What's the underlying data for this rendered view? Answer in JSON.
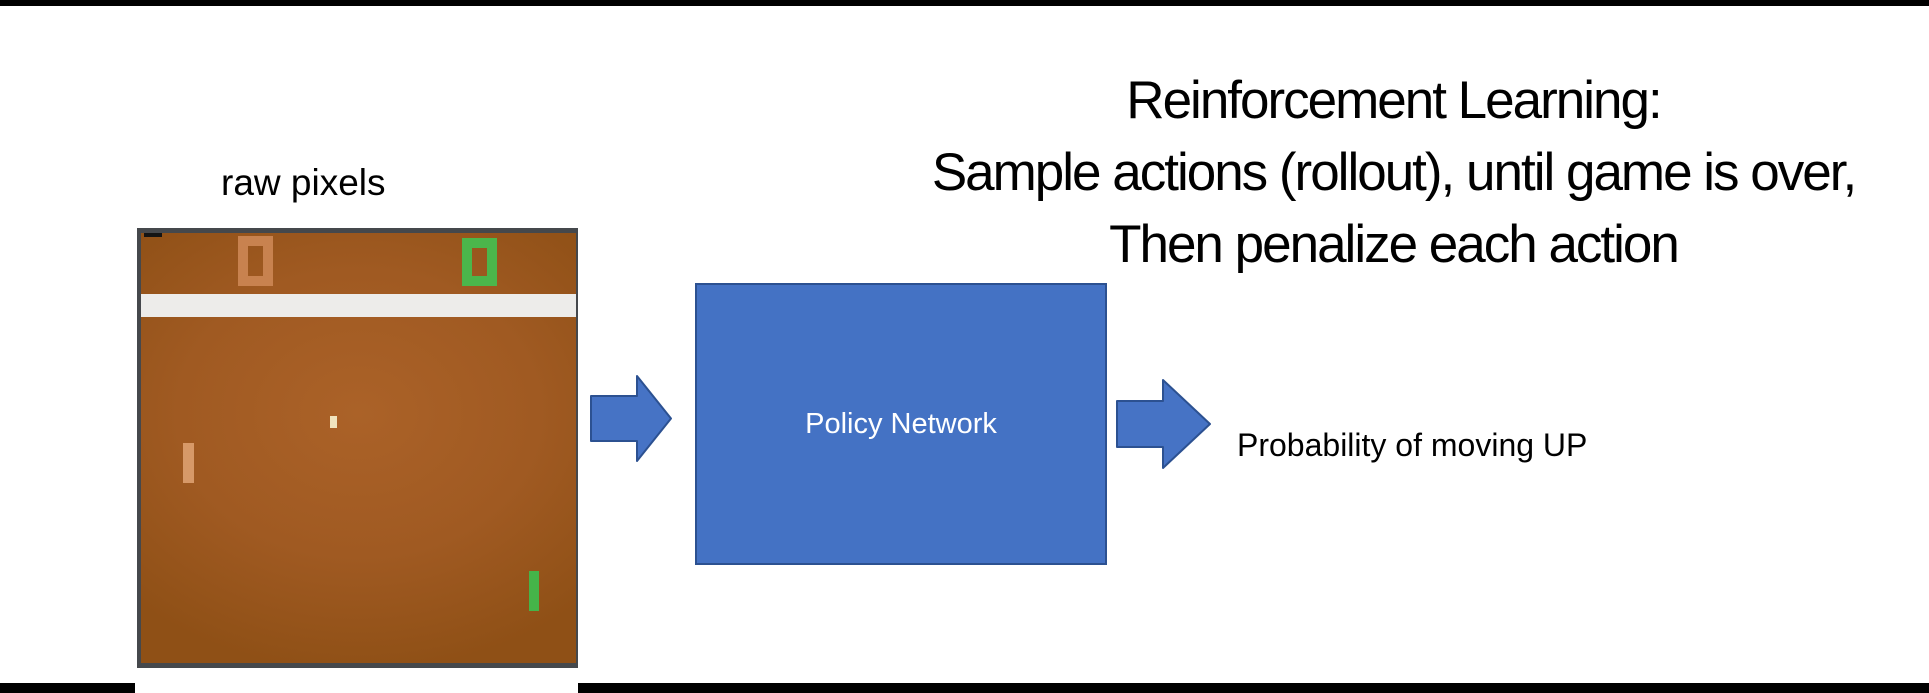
{
  "slide": {
    "title": {
      "line1": "Reinforcement Learning:",
      "line2": "Sample actions (rollout), until game is over,",
      "line3": "Then penalize each action"
    },
    "raw_pixels_caption": "raw pixels",
    "policy_network_label": "Policy Network",
    "output_label": "Probability of moving UP"
  },
  "icons": {
    "input_arrow": "thick-right-arrow",
    "output_arrow": "thick-right-arrow"
  },
  "pong_game": {
    "left_score_value": "0",
    "right_score_value": "0",
    "elements": [
      "left-score-digit",
      "right-score-digit",
      "top-wall",
      "center-stripe",
      "ball",
      "left-paddle",
      "right-paddle",
      "bottom-wall"
    ]
  },
  "colors": {
    "diagram_blue": "#4472c4",
    "diagram_blue_border": "#2c5191",
    "pong_background_brown": "#a05a22",
    "pong_orange": "#c8824f",
    "pong_green": "#4bb64b",
    "pong_stripe_white": "#edecea",
    "pong_frame_gray": "#45484c",
    "pong_ball_cream": "#f0e3bd",
    "edge_bar_black": "#000000"
  }
}
